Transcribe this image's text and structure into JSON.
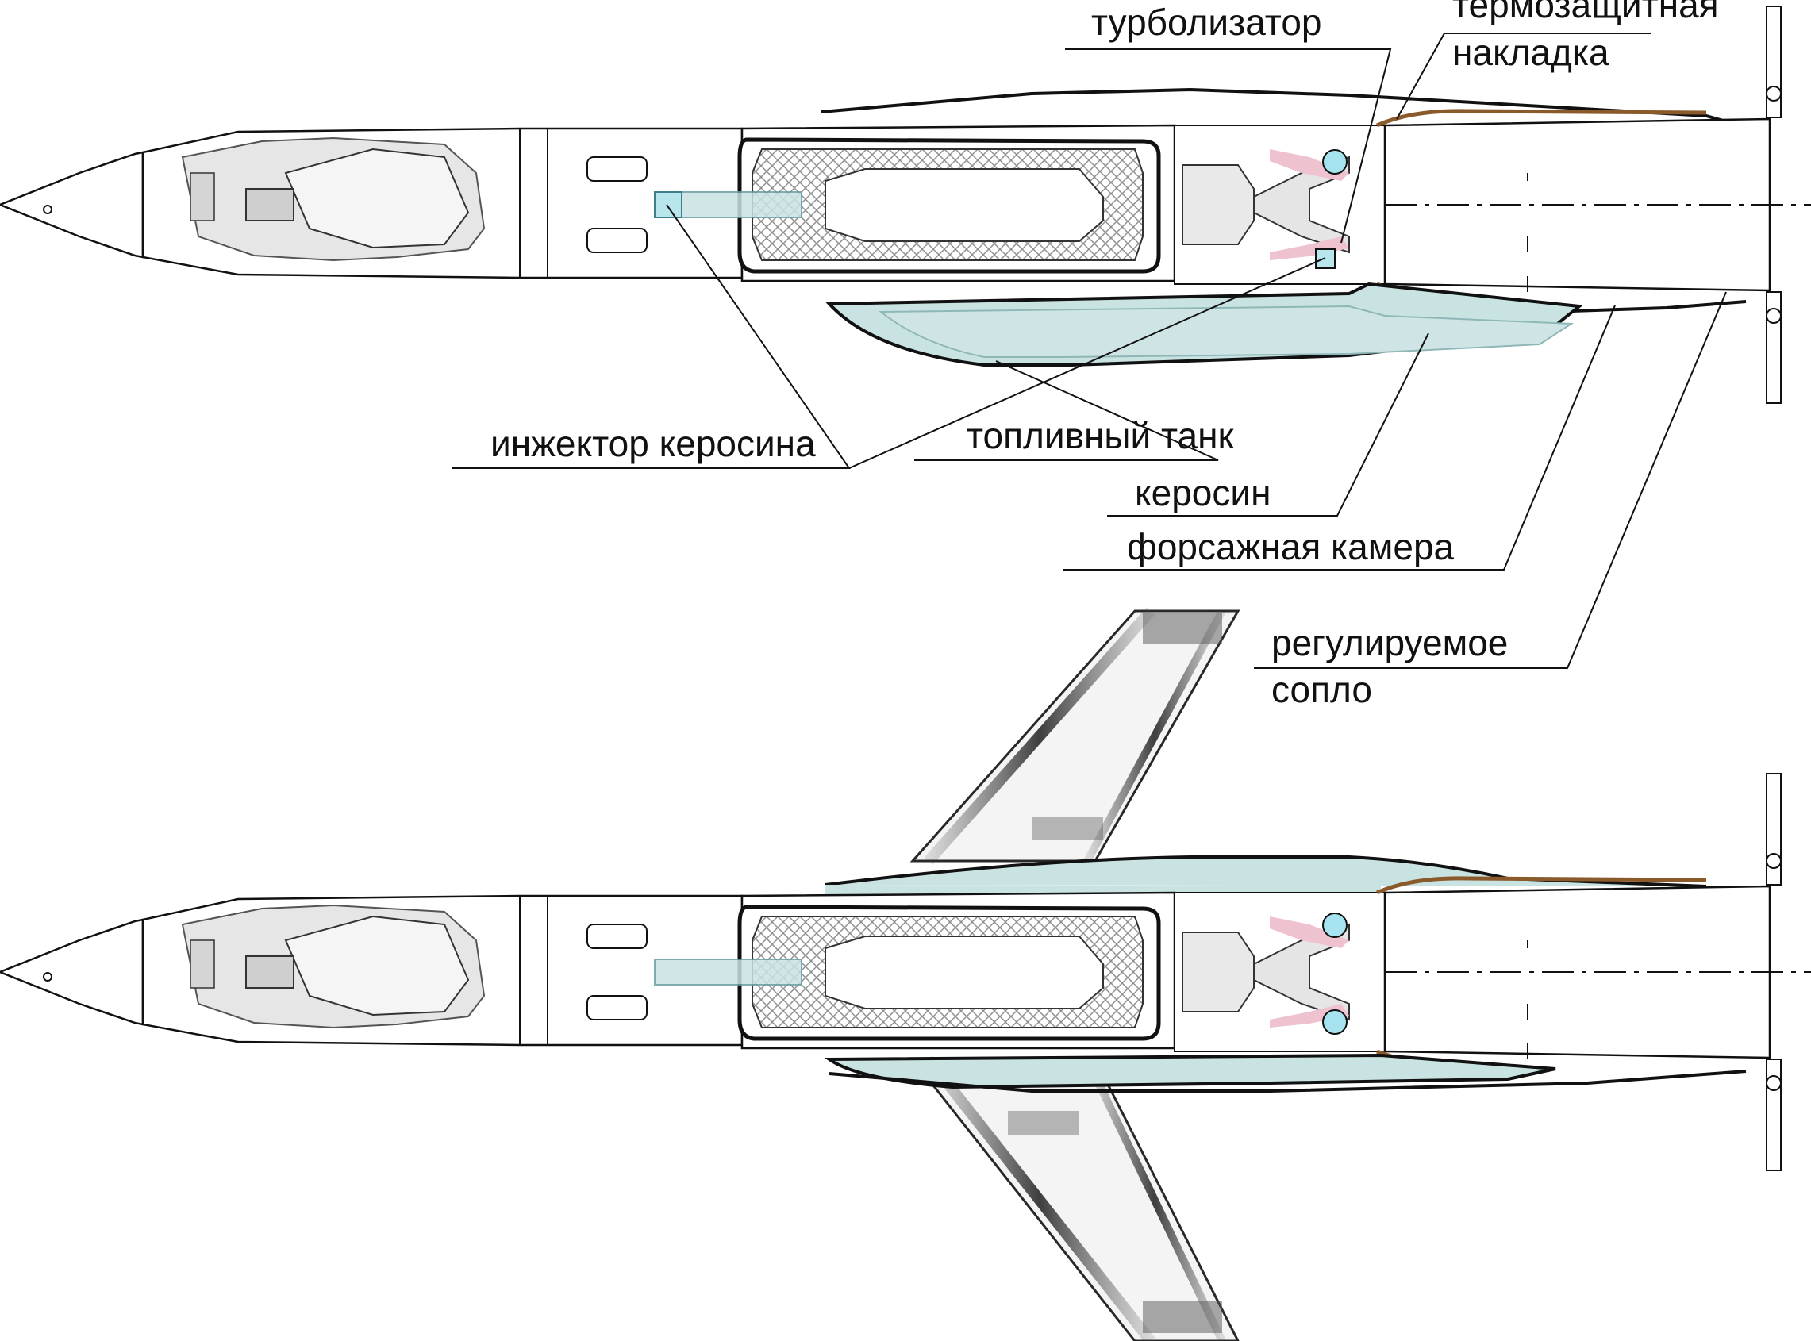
{
  "labels": {
    "turbolizer": "турболизатор",
    "thermal_pad_line1": "термозащитная",
    "thermal_pad_line2": "накладка",
    "kerosene_injector": "инжектор керосина",
    "fuel_tank": "топливный танк",
    "kerosene": "керосин",
    "afterburner": "форсажная камера",
    "nozzle_line1": "регулируемое",
    "nozzle_line2": "сопло"
  },
  "colors": {
    "fuel_fill": "#c9e3e3",
    "injector_fill": "#b9e6ec",
    "injector_stroke": "#3d7f8a",
    "dot_fill": "#a6e3ef",
    "pink_fill": "#efc2cf",
    "thermal_pad": "#8a5a2b",
    "mesh": "#cfcfcf",
    "line": "#111111",
    "gray_part": "#d9d9d9"
  },
  "views": [
    {
      "name": "wings-folded"
    },
    {
      "name": "wings-deployed"
    }
  ]
}
